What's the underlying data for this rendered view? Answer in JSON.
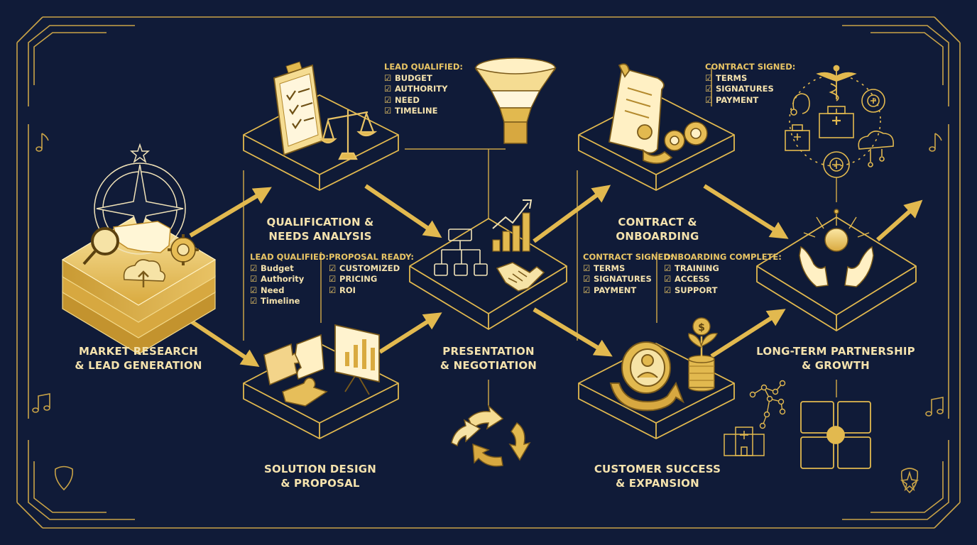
{
  "stages": {
    "market_research": {
      "line1": "Market Research",
      "line2": "& Lead Generation"
    },
    "qualification": {
      "line1": "Qualification &",
      "line2": "Needs Analysis"
    },
    "solution_design": {
      "line1": "Solution Design",
      "line2": "& Proposal"
    },
    "presentation": {
      "line1": "Presentation",
      "line2": "& Negotiation"
    },
    "contract": {
      "line1": "Contract &",
      "line2": "Onboarding"
    },
    "customer_success": {
      "line1": "Customer Success",
      "line2": "& Expansion"
    },
    "partnership": {
      "line1": "Long-Term Partnership",
      "line2": "& Growth"
    }
  },
  "checklists": {
    "lead_qualified_top": {
      "title": "LEAD QUALIFIED:",
      "items": [
        "BUDGET",
        "AUTHORITY",
        "NEED",
        "TIMELINE"
      ]
    },
    "lead_qualified_mid": {
      "title": "LEAD QUALIFIED:",
      "items": [
        "Budget",
        "Authority",
        "Need",
        "Timeline"
      ]
    },
    "proposal_ready": {
      "title": "PROPOSAL READY:",
      "items": [
        "CUSTOMIZED",
        "PRICING",
        "ROI"
      ]
    },
    "contract_signed_top": {
      "title": "CONTRACT SIGNED:",
      "items": [
        "TERMS",
        "SIGNATURES",
        "PAYMENT"
      ]
    },
    "contract_signed_mid": {
      "title": "CONTRACT SIGNED:",
      "items": [
        "TERMS",
        "SIGNATURES",
        "PAYMENT"
      ]
    },
    "onboarding_complete": {
      "title": "ONBOARDING COMPLETE:",
      "items": [
        "TRAINING",
        "ACCESS",
        "SUPPORT"
      ]
    }
  },
  "icons": {
    "market_research": [
      "compass-star-icon",
      "magnifier-icon",
      "usa-map-icon",
      "cloud-upload-icon",
      "gear-icon"
    ],
    "qualification": [
      "clipboard-checklist-icon",
      "balance-scale-icon"
    ],
    "solution_design": [
      "puzzle-pieces-icon",
      "presentation-board-icon"
    ],
    "presentation": [
      "org-chart-icon",
      "growth-chart-icon",
      "handshake-icon",
      "sales-funnel-icon",
      "cycle-arrows-icon"
    ],
    "contract": [
      "contract-scroll-icon",
      "gears-icon"
    ],
    "customer_success": [
      "customer-target-icon",
      "coin-plant-icon",
      "network-nodes-icon",
      "hospital-icon"
    ],
    "partnership": [
      "hands-holding-light-icon",
      "medical-caduceus-icon",
      "healthcare-network-icon",
      "window-grid-icon"
    ],
    "decorations": [
      "music-note-icon",
      "guitar-pick-icon",
      "star-badge-icon"
    ]
  },
  "colors": {
    "background": "#101b38",
    "gold": "#e2b94f",
    "light_gold": "#f6e3a6",
    "text": "#f4e2ad"
  }
}
